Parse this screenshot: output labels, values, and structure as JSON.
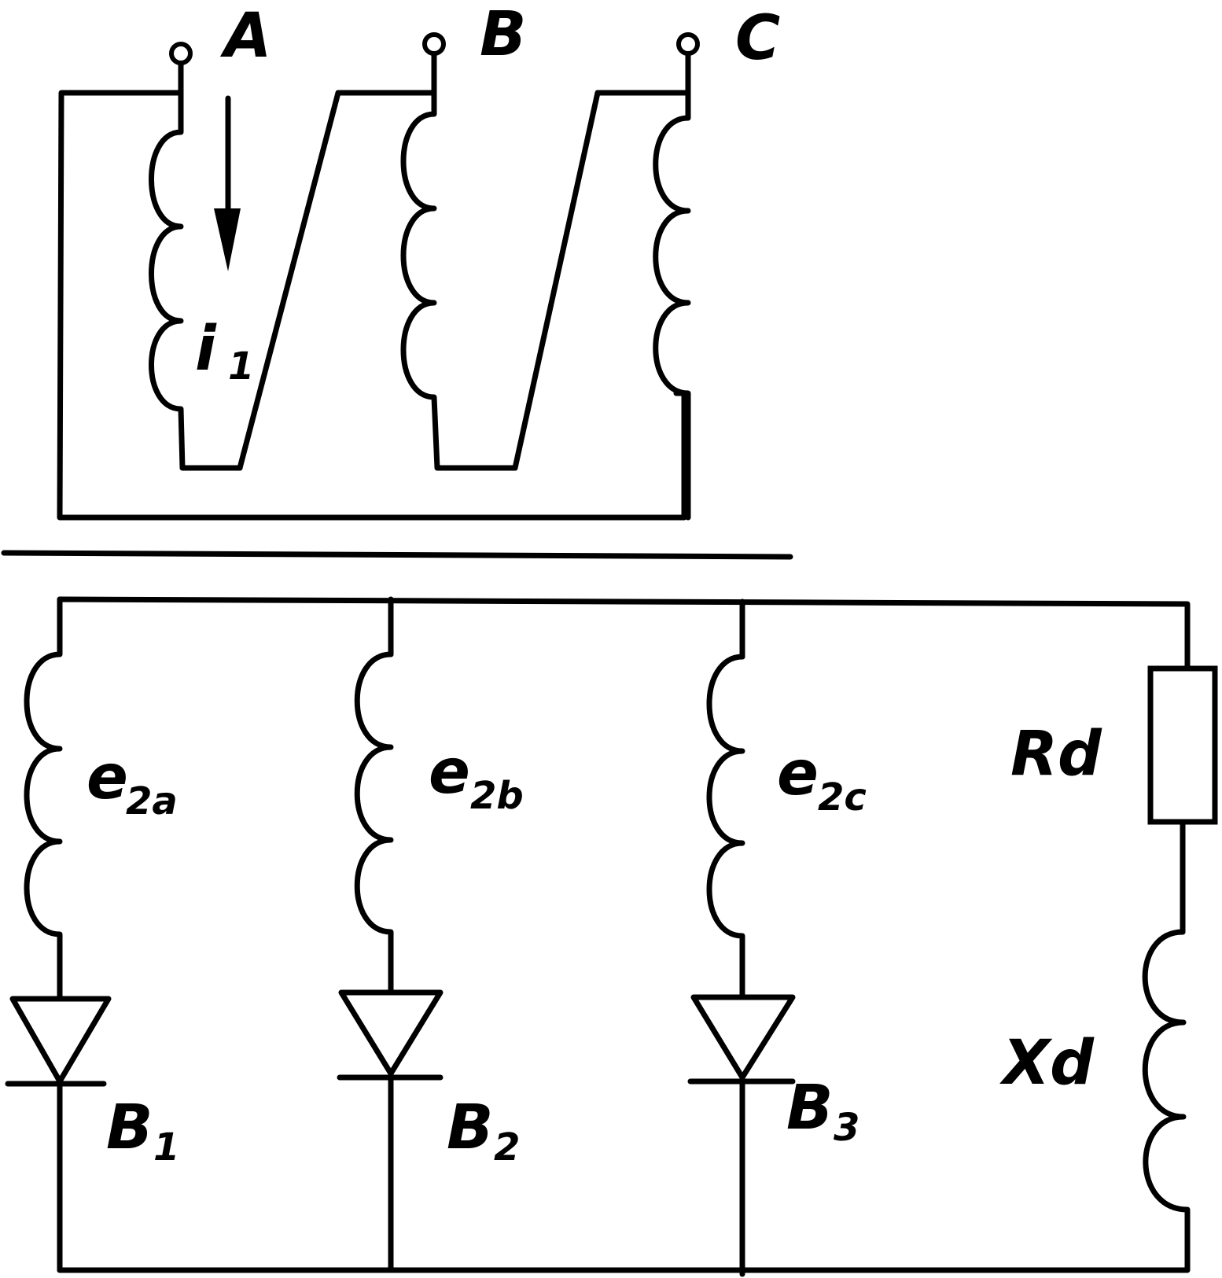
{
  "primary": {
    "terminals": [
      "A",
      "B",
      "C"
    ],
    "current_label": "i",
    "current_sub": "1"
  },
  "secondary": {
    "windings": [
      {
        "label": "e",
        "sub": "2a"
      },
      {
        "label": "e",
        "sub": "2b"
      },
      {
        "label": "e",
        "sub": "2c"
      }
    ],
    "diodes": [
      {
        "label": "B",
        "sub": "1"
      },
      {
        "label": "B",
        "sub": "2"
      },
      {
        "label": "B",
        "sub": "3"
      }
    ],
    "load": {
      "resistor": "Rd",
      "reactor": "Xd"
    }
  }
}
